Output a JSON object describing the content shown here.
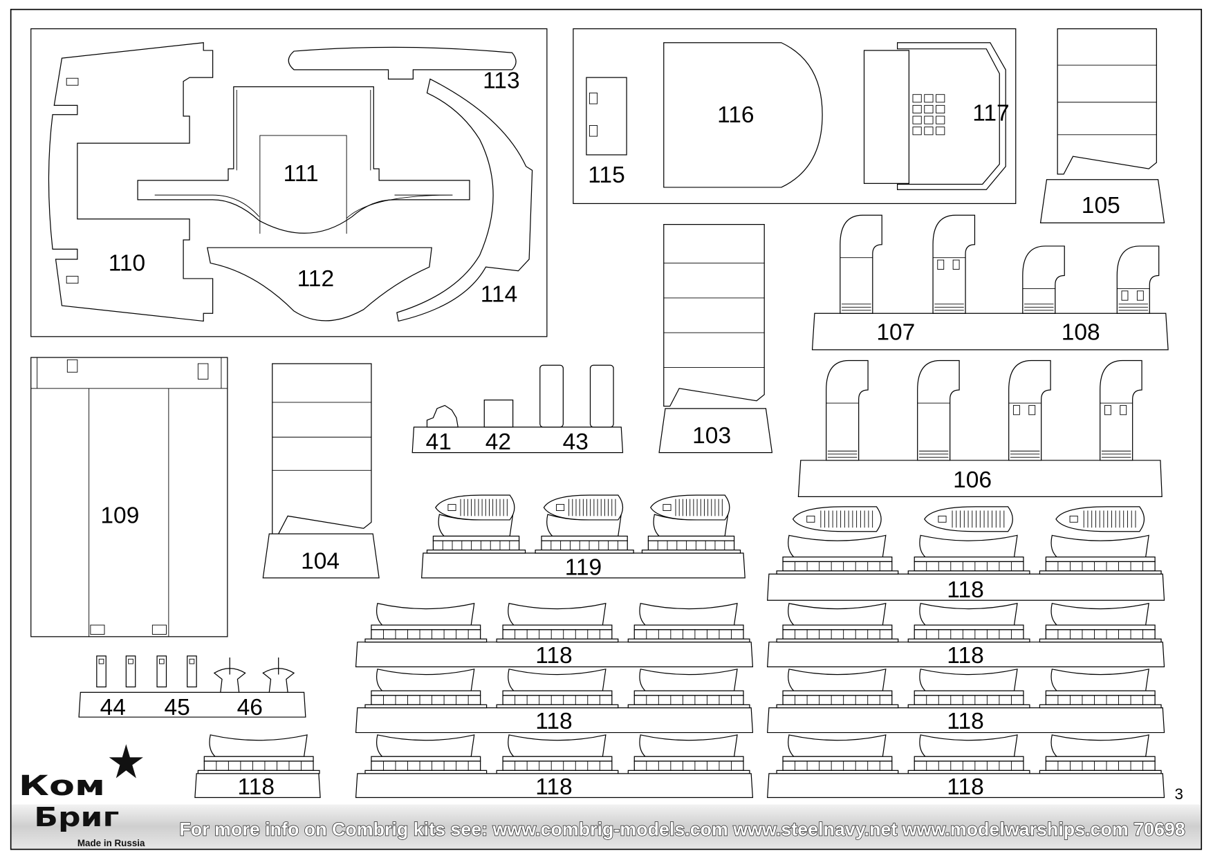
{
  "sheet": {
    "page_number": "3",
    "labels": {
      "p41": "41",
      "p42": "42",
      "p43": "43",
      "p44": "44",
      "p45": "45",
      "p46": "46",
      "p103": "103",
      "p104": "104",
      "p105": "105",
      "p106": "106",
      "p107": "107",
      "p108": "108",
      "p109": "109",
      "p110": "110",
      "p111": "111",
      "p112": "112",
      "p113": "113",
      "p114": "114",
      "p115": "115",
      "p116": "116",
      "p117": "117",
      "p118": "118",
      "p119": "119"
    }
  },
  "footer": {
    "info_text": "For more info on Combrig kits see: www.combrig-models.com www.steelnavy.net  www.modelwarships.com  70698",
    "logo_line1": "Ком",
    "logo_line2": "Бриг",
    "made_in": "Made in Russia"
  },
  "colors": {
    "line": "#000000",
    "footer_band": "#d9d9d9"
  }
}
